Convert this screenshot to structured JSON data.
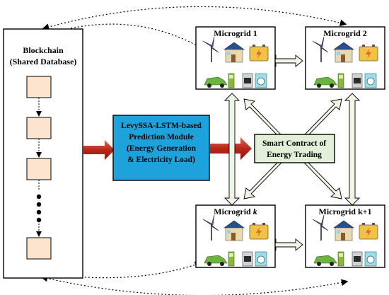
{
  "blockchain": {
    "title_line1": "Blockchain",
    "title_line2": "(Shared Database)"
  },
  "prediction_module": {
    "line1": "LevySSA-LSTM-based",
    "line2": "Prediction Module",
    "line3": "(Energy Generation",
    "line4": "& Electricity Load)"
  },
  "smart_contract": {
    "line1": "Smart Contract of",
    "line2": "Energy Trading"
  },
  "microgrids": [
    {
      "name": "Microgrid 1",
      "italic_part": ""
    },
    {
      "name": "Microgrid 2",
      "italic_part": ""
    },
    {
      "name": "Microgrid ",
      "italic_part": "k"
    },
    {
      "name": "Microgrid k+1",
      "italic_part": ""
    }
  ],
  "colors": {
    "prediction_fill": "#1ea2dc",
    "contract_fill": "#e3efd8",
    "arrow_red": "#c0392b",
    "block_fill": "#fde4cf",
    "arrow_light": "#eef6e6"
  },
  "icons": [
    "wind-turbine-icon",
    "house-solar-icon",
    "battery-icon",
    "electric-car-icon",
    "charger-icon",
    "appliance-icon",
    "washing-machine-icon"
  ]
}
